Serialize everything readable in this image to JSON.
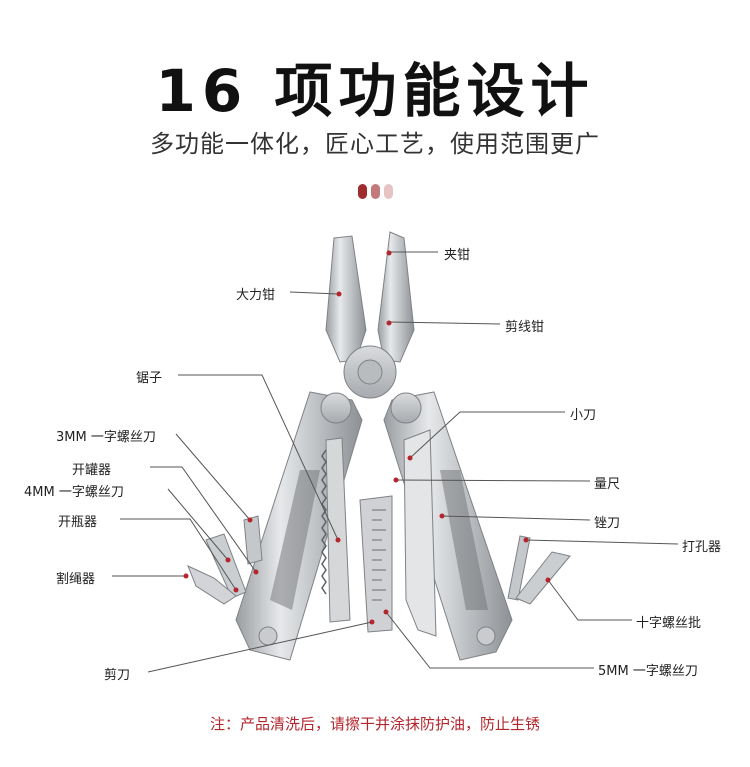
{
  "header": {
    "title": "16 项功能设计",
    "subtitle": "多功能一体化，匠心工艺，使用范围更广"
  },
  "colors": {
    "dot1": "#9e2b2e",
    "dot2": "#c27a7c",
    "dot3": "#e7c4c4",
    "note": "#b3262d",
    "marker": "#b3262d"
  },
  "labels": {
    "jiaqian": "夹钳",
    "daliqian": "大力钳",
    "jianxianqian": "剪线钳",
    "juzi": "锯子",
    "xiaodao": "小刀",
    "screw3mm": "3MM 一字螺丝刀",
    "kaiguanqi": "开罐器",
    "liangchi": "量尺",
    "screw4mm": "4MM 一字螺丝刀",
    "kaipingqi": "开瓶器",
    "cuodao": "锉刀",
    "dakongqi": "打孔器",
    "gesheng": "割绳器",
    "shizi": "十字螺丝批",
    "jiandao": "剪刀",
    "screw5mm": "5MM 一字螺丝刀"
  },
  "footer": {
    "note": "注：产品清洗后，请擦干并涂抹防护油，防止生锈"
  }
}
